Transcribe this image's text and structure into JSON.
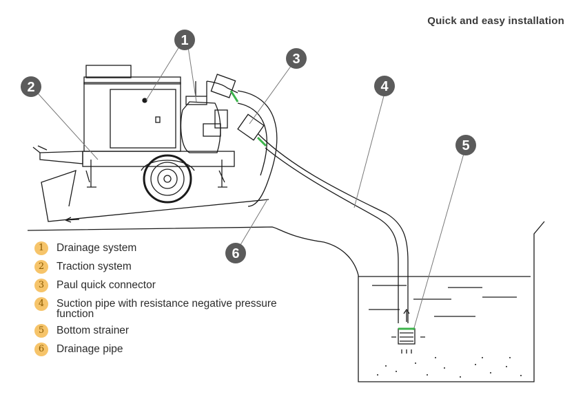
{
  "title": "Quick and easy installation",
  "colors": {
    "legend_badge": "#f6c46a",
    "callout_circle": "#5b5b5b",
    "line": "#1a1a1a",
    "connector_accent": "#3cb44b"
  },
  "callouts": [
    "1",
    "2",
    "3",
    "4",
    "5",
    "6"
  ],
  "legend": [
    {
      "num": "1",
      "label": "Drainage system"
    },
    {
      "num": "2",
      "label": "Traction system"
    },
    {
      "num": "3",
      "label": "Paul quick connector"
    },
    {
      "num": "4",
      "label": "Suction pipe with resistance negative pressure function"
    },
    {
      "num": "5",
      "label": "Bottom strainer"
    },
    {
      "num": "6",
      "label": "Drainage pipe"
    }
  ]
}
